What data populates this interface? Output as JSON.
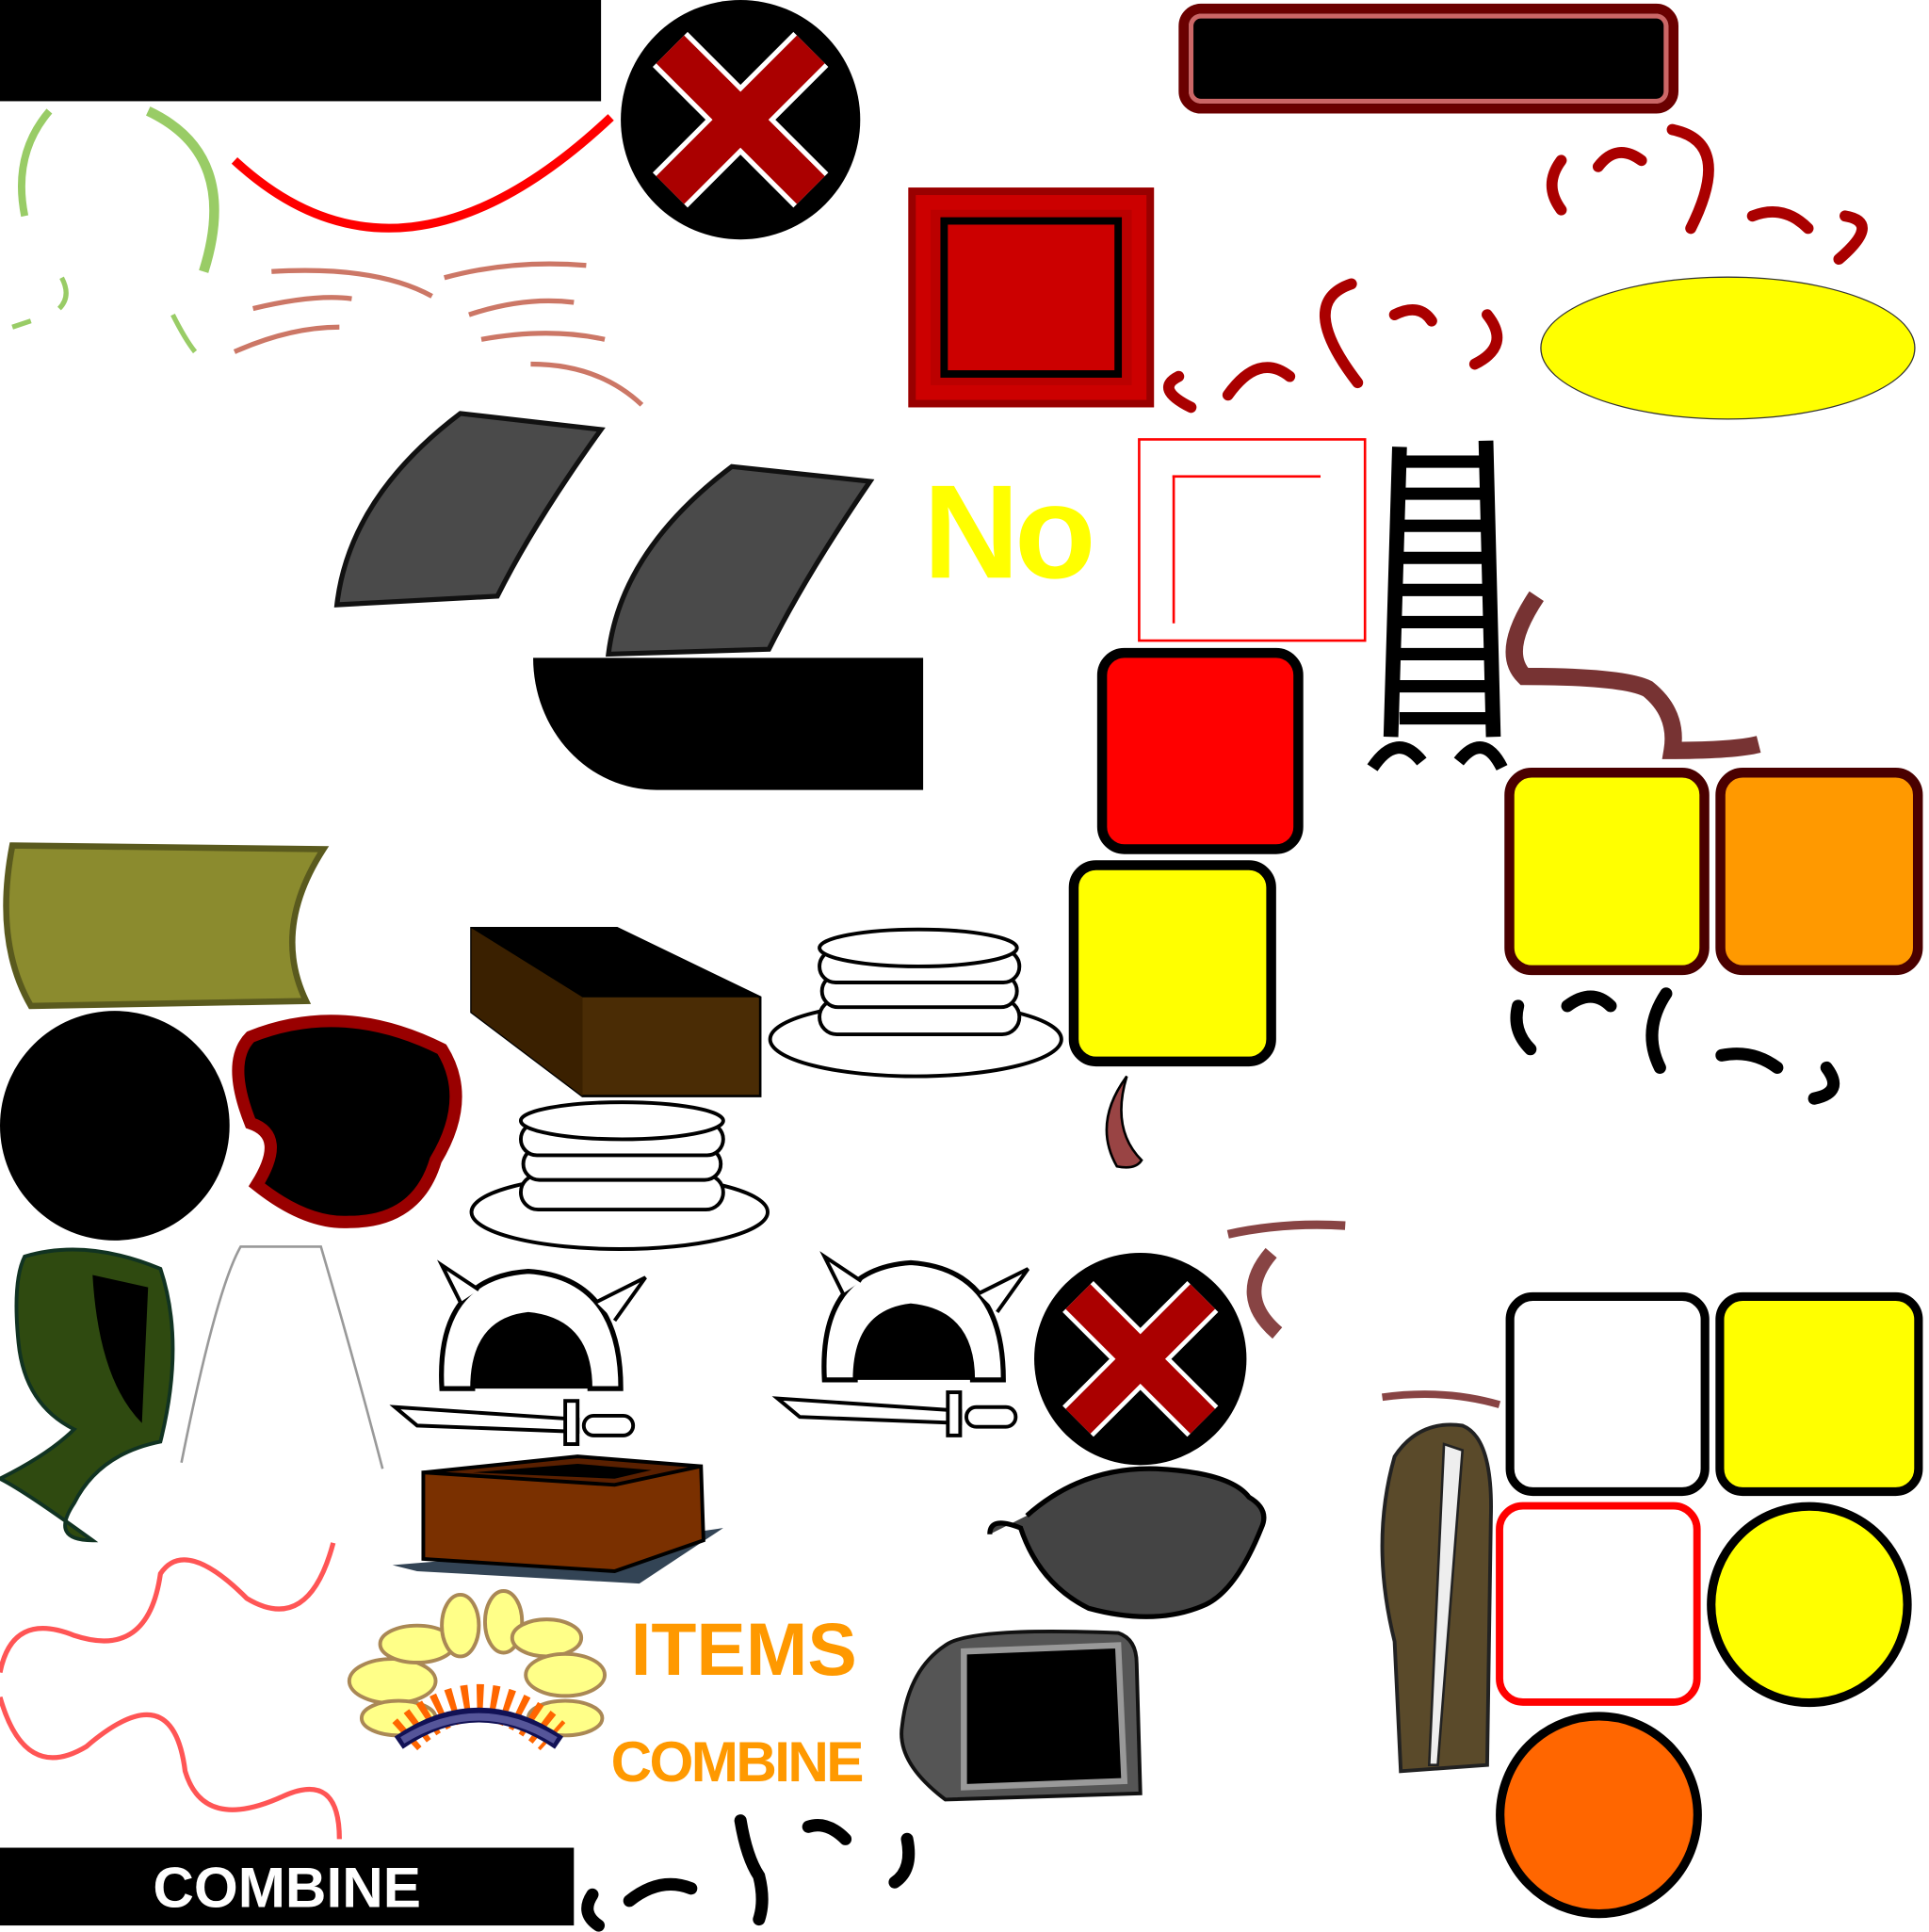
{
  "labels": {
    "no": "No",
    "items": "ITEMS",
    "combine_orange": "COMBINE",
    "combine_button": "COMBINE"
  },
  "colors": {
    "red": "#ff0000",
    "yellow": "#ffff00",
    "orange": "#ff9900",
    "dark_orange": "#ff6600",
    "dark_red": "#4a0000",
    "olive": "#8b8b2e",
    "gray": "#4a4a4a"
  }
}
